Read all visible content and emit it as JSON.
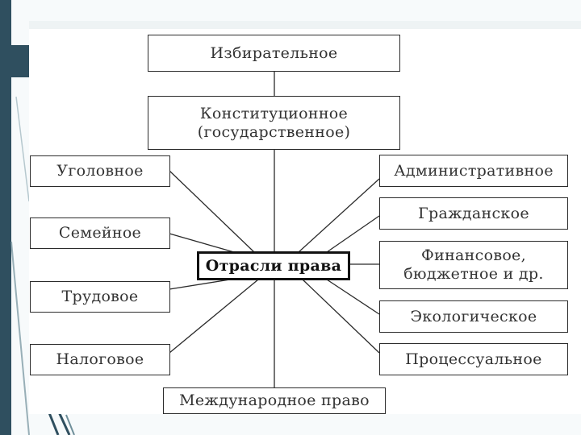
{
  "diagram": {
    "center": "Отрасли права",
    "top": [
      "Избирательное",
      "Конституционное\n(государственное)"
    ],
    "left": [
      "Уголовное",
      "Семейное",
      "Трудовое",
      "Налоговое"
    ],
    "right": [
      "Административное",
      "Гражданское",
      "Финансовое,\nбюджетное и др.",
      "Экологическое",
      "Процессуальное"
    ],
    "bottom": "Международное право"
  },
  "colors": {
    "slide_accent": "#2f4f5f",
    "box_border": "#2b2b2b",
    "text": "#333333"
  }
}
